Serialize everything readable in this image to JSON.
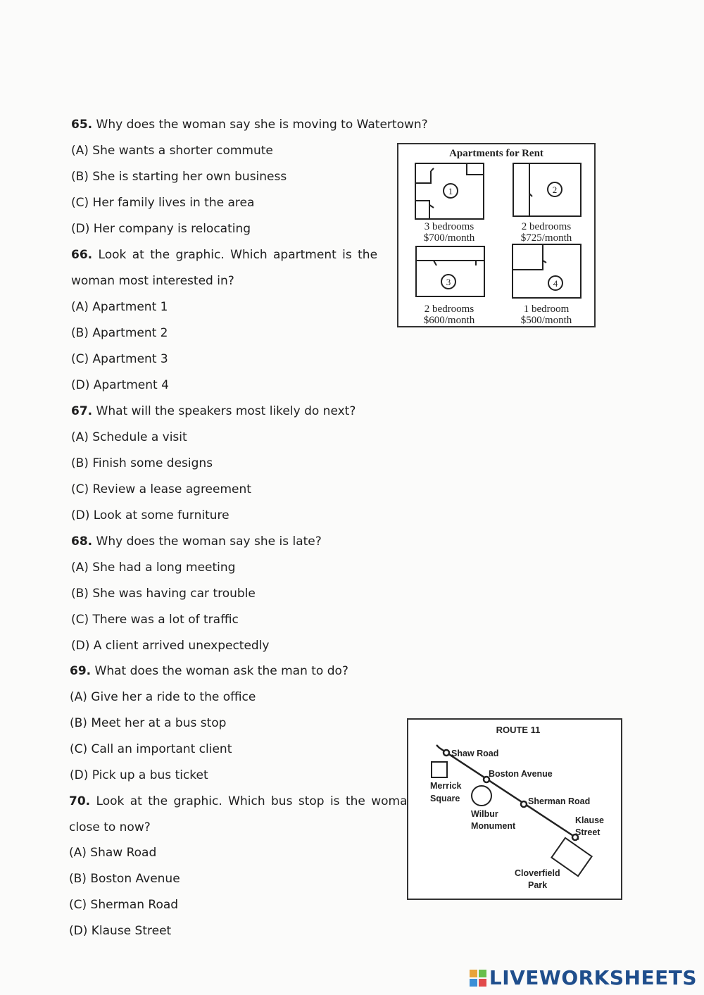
{
  "questions": [
    {
      "number": "65.",
      "text": " Why does the woman say she is moving to Watertown?",
      "options": [
        "(A) She wants a shorter commute",
        "(B) She is starting her own business",
        "(C) Her family lives in the area",
        "(D) Her company is relocating"
      ]
    },
    {
      "number": "66.",
      "text": " Look at the graphic. Which apartment is the",
      "text2": "woman most interested in?",
      "options": [
        "(A) Apartment 1",
        "(B) Apartment 2",
        "(C) Apartment 3",
        "(D) Apartment 4"
      ]
    },
    {
      "number": "67.",
      "text": " What will the speakers most likely do next?",
      "options": [
        "(A) Schedule a visit",
        "(B) Finish some designs",
        "(C) Review a lease agreement",
        "(D) Look at some furniture"
      ]
    },
    {
      "number": "68.",
      "text": " Why does the woman say she is late?",
      "options": [
        "(A) She had a long meeting",
        "(B) She was having car trouble",
        "(C) There was a lot of traffic",
        "(D) A client arrived unexpectedly"
      ]
    },
    {
      "number": "69.",
      "text": " What does the woman ask the man to do?",
      "options": [
        "(A) Give her a ride to the office",
        "(B) Meet her at a bus stop",
        "(C) Call an important client",
        "(D) Pick up a bus ticket"
      ]
    },
    {
      "number": "70.",
      "text": " Look at the graphic. Which bus stop is the woman",
      "text2": "close to now?",
      "options": [
        "(A) Shaw Road",
        "(B) Boston Avenue",
        "(C) Sherman Road",
        "(D) Klause Street"
      ]
    }
  ],
  "apartments_graphic": {
    "title": "Apartments for Rent",
    "units": [
      {
        "number": "1",
        "bedrooms": "3 bedrooms",
        "price": "$700/month"
      },
      {
        "number": "2",
        "bedrooms": "2 bedrooms",
        "price": "$725/month"
      },
      {
        "number": "3",
        "bedrooms": "2 bedrooms",
        "price": "$600/month"
      },
      {
        "number": "4",
        "bedrooms": "1 bedroom",
        "price": "$500/month"
      }
    ]
  },
  "route_graphic": {
    "title": "ROUTE 11",
    "stops": [
      "Shaw Road",
      "Boston Avenue",
      "Sherman Road",
      "Klause",
      "Street"
    ],
    "landmarks": [
      "Merrick",
      "Square",
      "Wilbur",
      "Monument",
      "Cloverfield",
      "Park"
    ]
  },
  "footer": {
    "brand": "LIVEWORKSHEETS",
    "icon": "liveworksheets-logo-icon"
  }
}
